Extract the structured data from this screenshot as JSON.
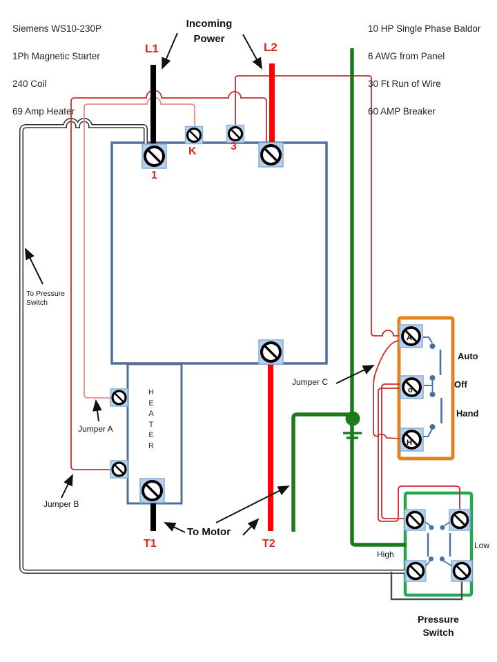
{
  "header_left": {
    "lines": [
      "Siemens WS10-230P",
      "1Ph Magnetic Starter",
      "240 Coil",
      "69 Amp Heater"
    ]
  },
  "header_right": {
    "lines": [
      "10 HP Single Phase Baldor",
      "6 AWG from Panel",
      "30 Ft Run of Wire",
      "60 AMP Breaker"
    ]
  },
  "labels": {
    "incoming_power": "Incoming Power",
    "l1": "L1",
    "l2": "L2",
    "terminal_1": "1",
    "terminal_k": "K",
    "terminal_3": "3",
    "to_pressure_switch": "To Pressure Switch",
    "jumper_a": "Jumper A",
    "jumper_b": "Jumper B",
    "jumper_c": "Jumper C",
    "heater": "HEATER",
    "to_motor": "To Motor",
    "t1": "T1",
    "t2": "T2",
    "auto": "Auto",
    "off": "Off",
    "hand": "Hand",
    "high": "High",
    "low": "Low",
    "pressure_switch": "Pressure Switch",
    "selector_a": "A",
    "selector_o": "o",
    "selector_h": "H"
  },
  "colors": {
    "hot_wire_red": "#fb0205",
    "neutral_wire_black": "#000000",
    "ground_wire_green": "#1c791c",
    "control_wire_red": "#cd2a28",
    "control_wire_salmon": "#ec8b8b",
    "pressure_cable_gray": "#2d2d2d",
    "contactor_border_blue": "#4e6f9c",
    "terminal_fill_blue": "#b7d0eb",
    "selector_box_orange": "#e2841c",
    "pressure_box_green": "#24a74f",
    "contact_blue": "#4472a8",
    "label_red": "#e42320"
  }
}
